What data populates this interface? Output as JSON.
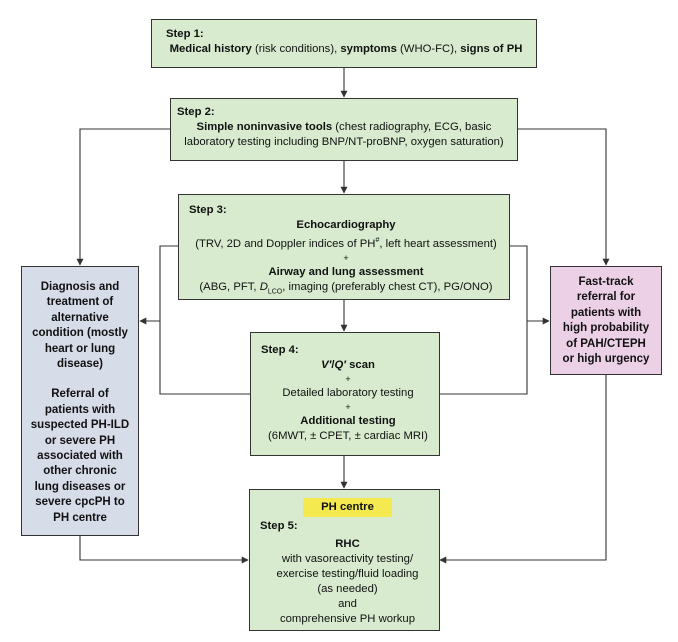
{
  "step1": {
    "label": "Step 1:",
    "history": "Medical history",
    "history_note": " (risk conditions), ",
    "symptoms": "symptoms",
    "symptoms_note": " (WHO-FC), ",
    "signs": "signs of PH"
  },
  "step2": {
    "label": "Step 2:",
    "tools": "Simple noninvasive tools",
    "tools_note": " (chest radiography, ECG, basic",
    "line2": "laboratory testing including BNP/NT-proBNP, oxygen saturation)"
  },
  "step3": {
    "label": "Step 3:",
    "echo": "Echocardiography",
    "echo_detail_a": "(TRV, 2D and Doppler indices of PH",
    "echo_detail_sup": "#",
    "echo_detail_b": ", left heart assessment)",
    "plus": "+",
    "airway": "Airway and lung assessment",
    "airway_detail_a": "(ABG, PFT, ",
    "airway_d": "D",
    "airway_sub": "LCO",
    "airway_detail_b": ", imaging (preferably chest CT), PG/ONO)"
  },
  "step4": {
    "label": "Step 4:",
    "vq_v": "V′",
    "vq_slash": "/",
    "vq_q": "Q′",
    "vq_scan": " scan",
    "plus": "+",
    "lab": "Detailed laboratory testing",
    "additional": "Additional testing",
    "additional_detail": "(6MWT, ± CPET, ± cardiac MRI)"
  },
  "step5": {
    "badge": "PH centre",
    "label": "Step 5:",
    "rhc": "RHC",
    "line1": "with vasoreactivity testing/",
    "line2": "exercise testing/fluid loading",
    "line3": "(as needed)",
    "and": "and",
    "line4": "comprehensive PH workup"
  },
  "left_box": {
    "lines_a": [
      "Diagnosis and",
      "treatment of",
      "alternative",
      "condition (mostly",
      "heart or lung",
      "disease)"
    ],
    "lines_b": [
      "Referral of",
      "patients with",
      "suspected PH-ILD",
      "or severe PH",
      "associated with",
      "other chronic",
      "lung diseases or",
      "severe cpcPH to",
      "PH centre"
    ]
  },
  "right_box": {
    "lines": [
      "Fast-track",
      "referral for",
      "patients with",
      "high probability",
      "of PAH/CTEPH",
      "or high urgency"
    ]
  },
  "colors": {
    "green": "#d8ebcf",
    "blue": "#d6dce8",
    "pink": "#ecd0e6",
    "badge": "#f4ea4f",
    "line": "#333333"
  }
}
